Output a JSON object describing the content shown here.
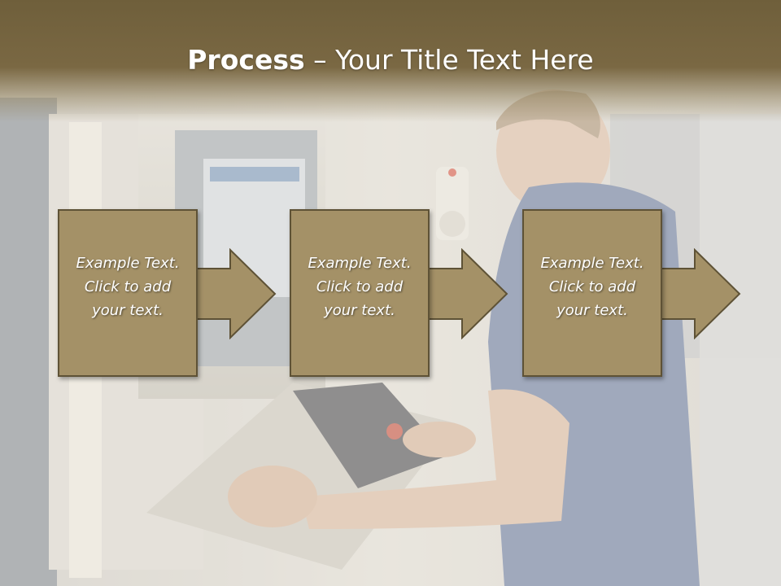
{
  "slide": {
    "title_bold": "Process",
    "title_rest": " – Your Title Text Here"
  },
  "steps": [
    {
      "text": "Example Text.\nClick  to add\nyour text."
    },
    {
      "text": "Example Text.\nClick  to add\nyour text."
    },
    {
      "text": "Example Text.\nClick  to add\nyour text."
    }
  ],
  "colors": {
    "header": "#7a6843",
    "box_fill": "#a49167",
    "box_border": "#5e5236",
    "arrow_fill": "#a49167"
  }
}
